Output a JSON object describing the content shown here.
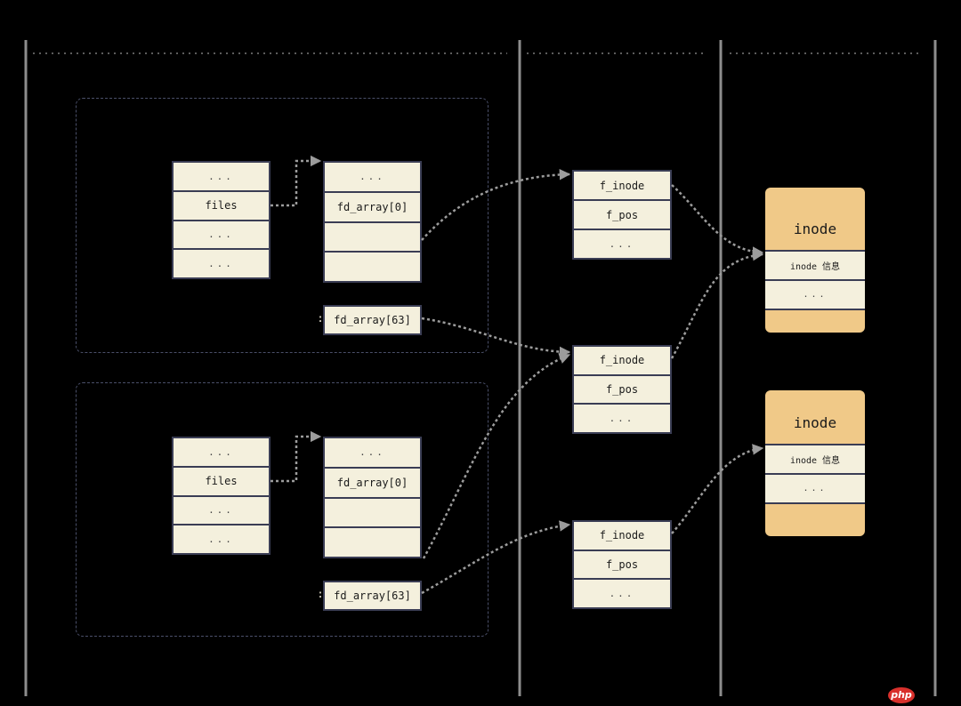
{
  "processes": [
    {
      "files_struct": [
        "...",
        "files",
        "...",
        "..."
      ],
      "fd_array": [
        "...",
        "fd_array[0]"
      ],
      "fd_array_last": "fd_array[63]",
      "gap_marker": ":"
    },
    {
      "files_struct": [
        "...",
        "files",
        "...",
        "..."
      ],
      "fd_array": [
        "...",
        "fd_array[0]"
      ],
      "fd_array_last": "fd_array[63]",
      "gap_marker": ":"
    }
  ],
  "file_structs": [
    {
      "fields": [
        "f_inode",
        "f_pos",
        "..."
      ]
    },
    {
      "fields": [
        "f_inode",
        "f_pos",
        "..."
      ]
    },
    {
      "fields": [
        "f_inode",
        "f_pos",
        "..."
      ]
    }
  ],
  "inodes": [
    {
      "title": "inode",
      "fields": [
        "inode 信息",
        "..."
      ]
    },
    {
      "title": "inode",
      "fields": [
        "inode 信息",
        "..."
      ]
    }
  ],
  "watermark": "php",
  "colors": {
    "background": "#000000",
    "cell_fill": "#f4f0dd",
    "cell_border": "#3a3d54",
    "inode_fill": "#f0c988",
    "arrow": "#9c9c9c",
    "guide_line": "#8d8d8d",
    "process_frame": "#4a4f69",
    "watermark": "#d9302c"
  }
}
